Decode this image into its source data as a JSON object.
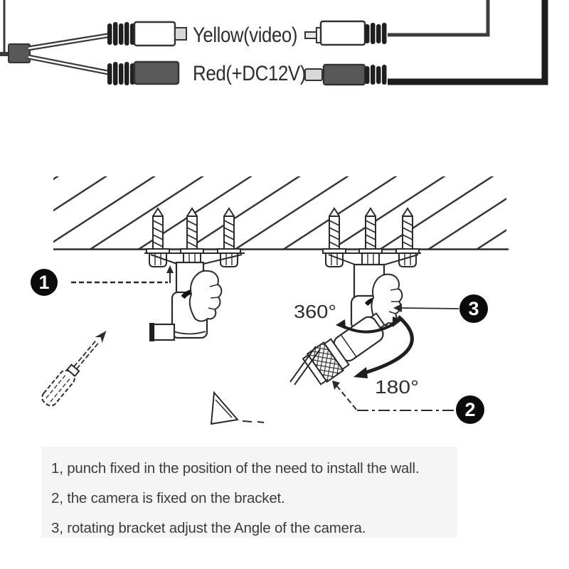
{
  "cables": {
    "video_label": "Yellow(video)",
    "power_label": "Red(+DC12V)"
  },
  "diagram": {
    "step1_badge": "1",
    "step2_badge": "2",
    "step3_badge": "3",
    "pan_rotation_label": "360°",
    "tilt_rotation_label": "180°"
  },
  "instructions": {
    "lines": [
      "1, punch fixed in the position of the need to install the wall.",
      "2, the camera is fixed on the bracket.",
      "3, rotating bracket adjust the Angle of the camera."
    ]
  },
  "colors": {
    "line": "#2b2b2b",
    "connector_dark": "#575757",
    "cable_black": "#1c1c1c",
    "instructions_bg": "#f5f5f5",
    "text": "#3c3c3c"
  }
}
